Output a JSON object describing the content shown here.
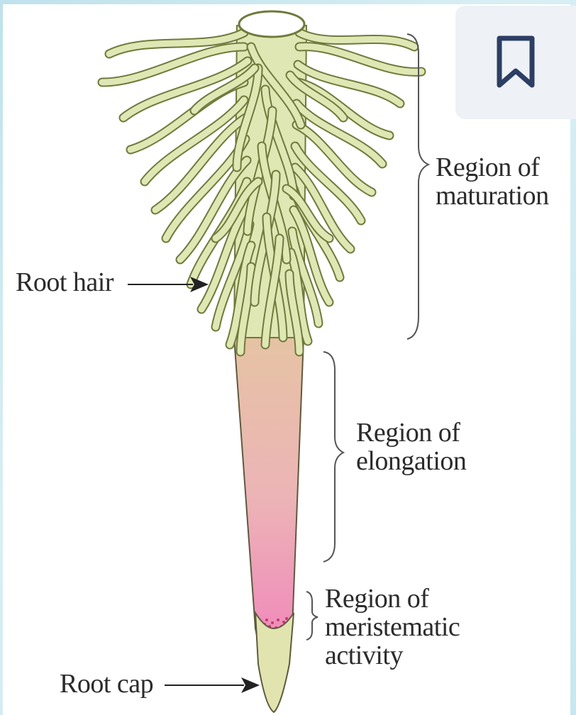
{
  "labels": {
    "maturation": [
      "Region of",
      "maturation"
    ],
    "elongation": [
      "Region of",
      "elongation"
    ],
    "meristematic": [
      "Region of",
      "meristematic",
      "activity"
    ],
    "root_hair": "Root hair",
    "root_cap": "Root cap"
  },
  "icons": {
    "bookmark": "bookmark-icon"
  },
  "colors": {
    "root_hair_fill": "#dfe7b4",
    "root_hair_stroke": "#6f7a3c",
    "elongation_top": "#e6c3a4",
    "elongation_bottom": "#ef8fb9",
    "root_cap_fill": "#e2e4b0",
    "bookmark_stroke": "#2c3e63"
  }
}
